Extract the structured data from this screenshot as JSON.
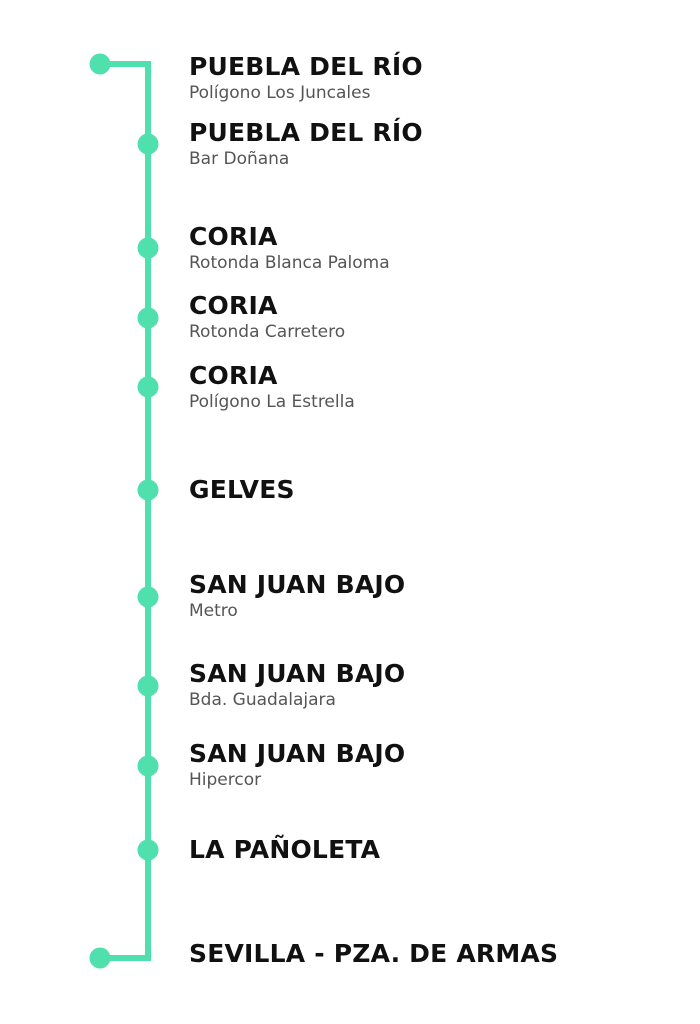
{
  "line_color": "#4fe0ad",
  "stops": [
    {
      "name": "PUEBLA DEL RÍO",
      "detail": "Polígono Los Juncales"
    },
    {
      "name": "PUEBLA DEL RÍO",
      "detail": "Bar Doñana"
    },
    {
      "name": "CORIA",
      "detail": "Rotonda Blanca Paloma"
    },
    {
      "name": "CORIA",
      "detail": "Rotonda Carretero"
    },
    {
      "name": "CORIA",
      "detail": "Polígono La Estrella"
    },
    {
      "name": "GELVES",
      "detail": ""
    },
    {
      "name": "SAN JUAN BAJO",
      "detail": "Metro"
    },
    {
      "name": "SAN JUAN BAJO",
      "detail": "Bda. Guadalajara"
    },
    {
      "name": "SAN JUAN BAJO",
      "detail": "Hipercor"
    },
    {
      "name": "LA PAÑOLETA",
      "detail": ""
    },
    {
      "name": "SEVILLA - PZA. DE ARMAS",
      "detail": ""
    }
  ]
}
